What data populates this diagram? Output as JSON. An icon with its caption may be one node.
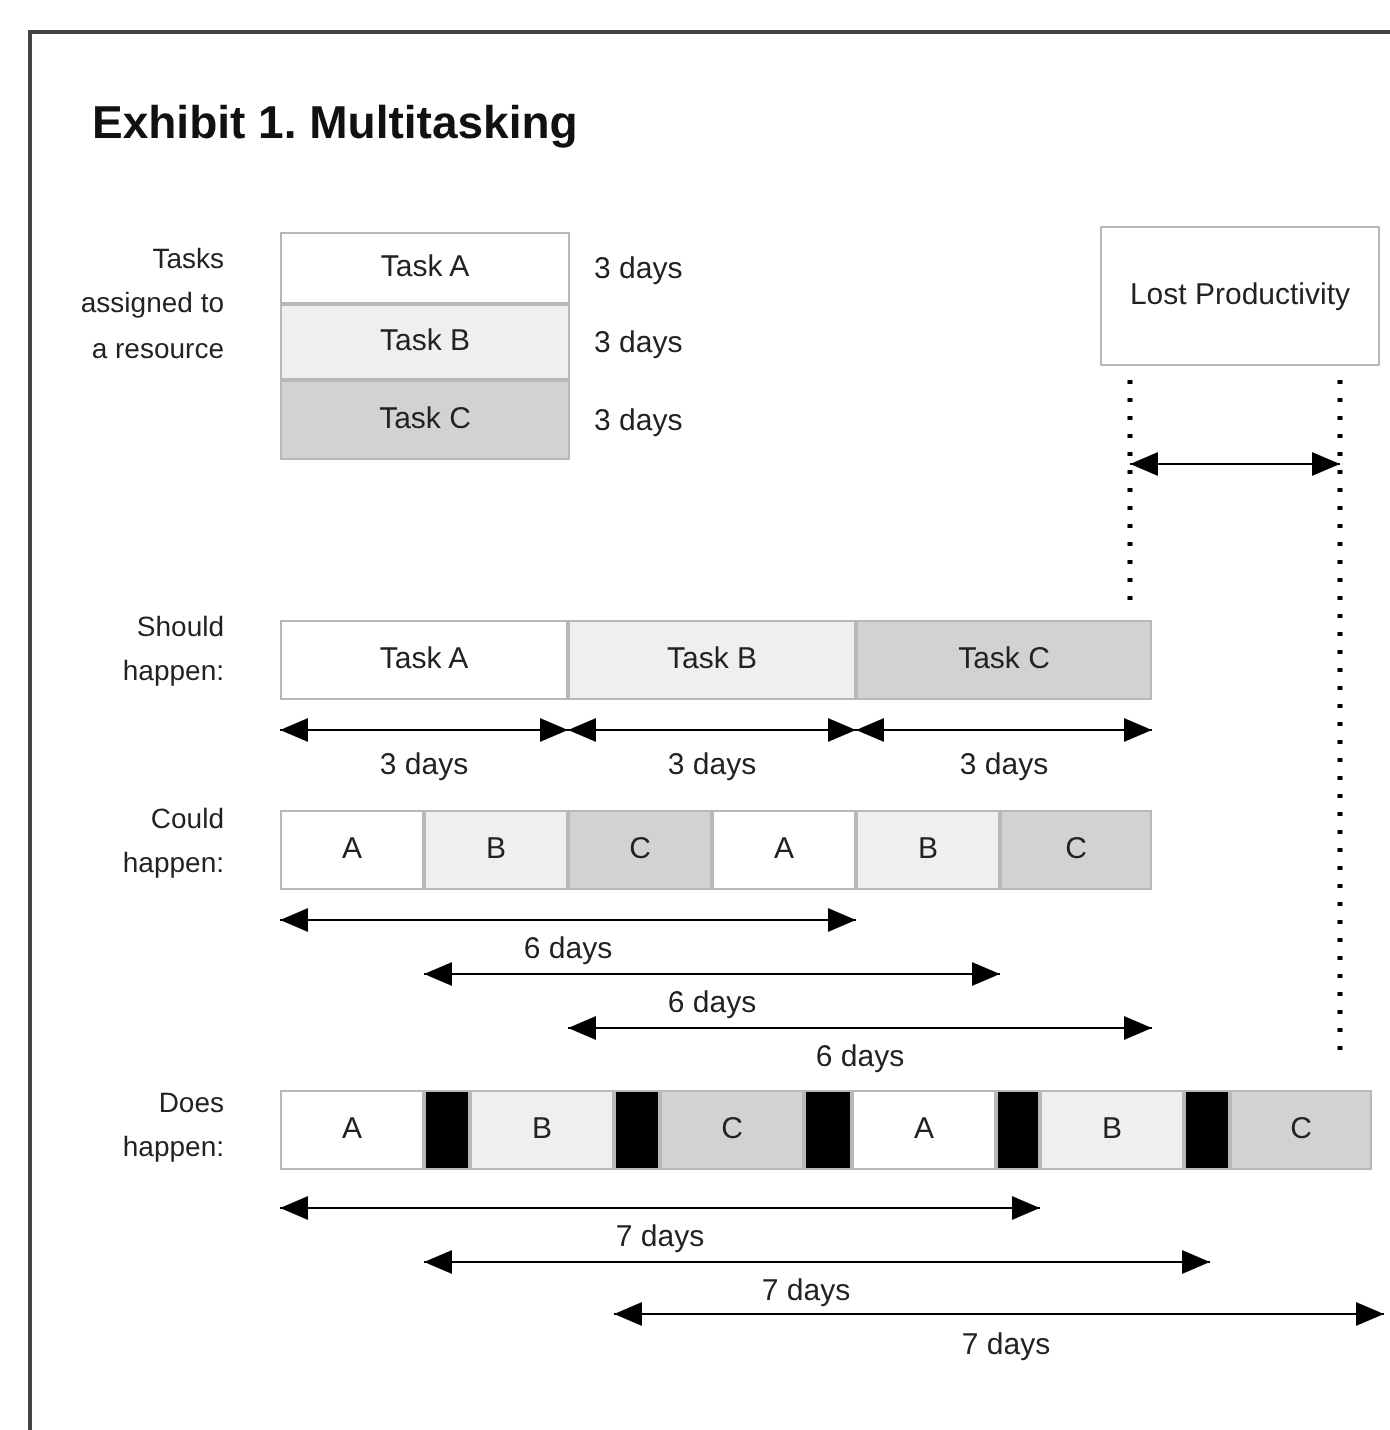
{
  "diagram": {
    "title": "Exhibit 1. Multitasking",
    "nodes": [
      {
        "text": [
          "Task A"
        ],
        "beside": [
          "3 days"
        ]
      },
      {
        "text": [
          "Task B"
        ],
        "beside": [
          "3 days"
        ]
      },
      {
        "text": [
          "Task C"
        ],
        "beside": [
          "3 days"
        ]
      },
      {
        "text": [
          "Lost Productivity"
        ]
      },
      {
        "text": [
          "Task A"
        ]
      },
      {
        "text": [
          "Task B"
        ]
      },
      {
        "text": [
          "Task C"
        ]
      },
      {
        "text": [
          "A"
        ]
      },
      {
        "text": [
          "B"
        ]
      },
      {
        "text": [
          "C"
        ]
      },
      {
        "text": [
          "A"
        ]
      },
      {
        "text": [
          "B"
        ]
      },
      {
        "text": [
          "C"
        ]
      },
      {
        "text": [
          "A"
        ]
      },
      {
        "text": [],
        "shape": "bar"
      },
      {
        "text": [
          "B"
        ]
      },
      {
        "text": [],
        "shape": "bar"
      },
      {
        "text": [
          "C"
        ]
      },
      {
        "text": [],
        "shape": "bar"
      },
      {
        "text": [
          "A"
        ]
      },
      {
        "text": [],
        "shape": "bar"
      },
      {
        "text": [
          "B"
        ]
      },
      {
        "text": [],
        "shape": "bar"
      },
      {
        "text": [
          "C"
        ]
      }
    ],
    "labels": [
      "Tasks assigned to a resource",
      "Should happen:",
      "3 days",
      "3 days",
      "3 days",
      "Could happen:",
      "6 days",
      "6 days",
      "6 days",
      "Does happen:",
      "7 days",
      "7 days",
      "7 days"
    ]
  }
}
